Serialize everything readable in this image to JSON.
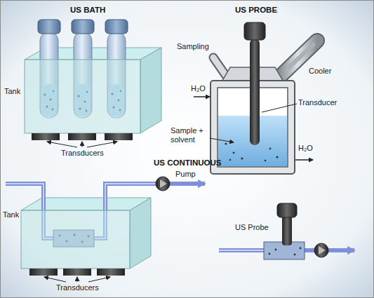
{
  "diagram": {
    "labels": [
      "US BATH",
      "US PROBE",
      "Sampling",
      "Cooler",
      "H₂O",
      "Tank",
      "Transducer",
      "Sample + solvent",
      "H₂O",
      "Transducers",
      "US CONTINUOUS",
      "Tank",
      "Pump",
      "US Probe",
      "Transducers"
    ]
  }
}
